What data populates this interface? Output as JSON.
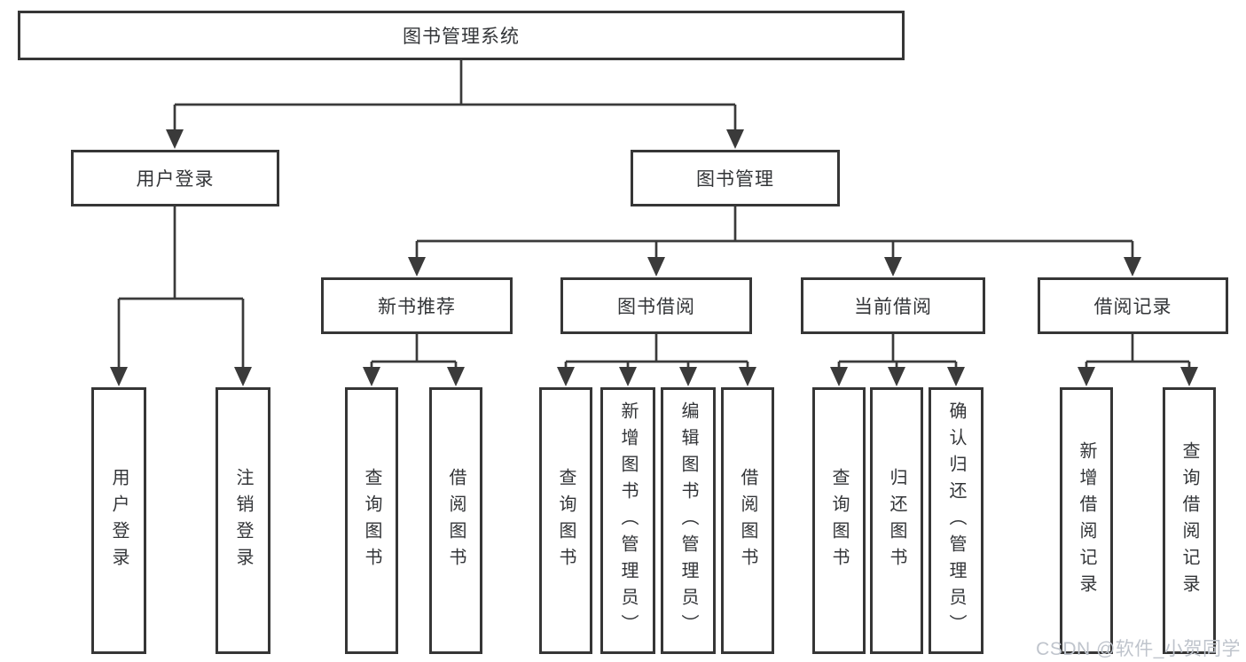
{
  "tree": {
    "label": "图书管理系统",
    "children": [
      {
        "label": "用户登录",
        "children": [
          {
            "label": "用户登录"
          },
          {
            "label": "注销登录"
          }
        ]
      },
      {
        "label": "图书管理",
        "children": [
          {
            "label": "新书推荐",
            "children": [
              {
                "label": "查询图书"
              },
              {
                "label": "借阅图书"
              }
            ]
          },
          {
            "label": "图书借阅",
            "children": [
              {
                "label": "查询图书"
              },
              {
                "label": "新增图书（管理员）"
              },
              {
                "label": "编辑图书（管理员）"
              },
              {
                "label": "借阅图书"
              }
            ]
          },
          {
            "label": "当前借阅",
            "children": [
              {
                "label": "查询图书"
              },
              {
                "label": "归还图书"
              },
              {
                "label": "确认归还（管理员）"
              }
            ]
          },
          {
            "label": "借阅记录",
            "children": [
              {
                "label": "新增借阅记录"
              },
              {
                "label": "查询借阅记录"
              }
            ]
          }
        ]
      }
    ]
  },
  "watermark": "CSDN @软件_小贺同学",
  "colors": {
    "line": "#3a3a3a",
    "box_border": "#363636",
    "text": "#333538",
    "watermark": "#bfc4cc",
    "background": "#ffffff"
  }
}
